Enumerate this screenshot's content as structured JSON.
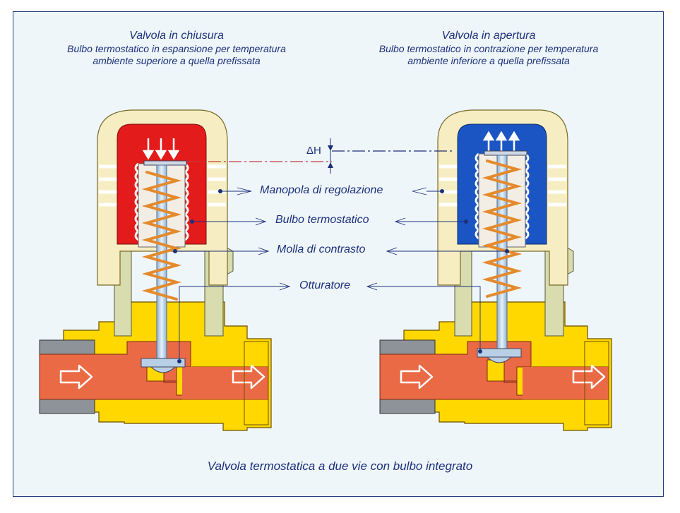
{
  "left_state": {
    "title": "Valvola in chiusura",
    "line1": "Bulbo termostatico in espansione per temperatura",
    "line2": "ambiente superiore a quella prefissata"
  },
  "right_state": {
    "title": "Valvola in apertura",
    "line1": "Bulbo termostatico in contrazione per temperatura",
    "line2": "ambiente inferiore a quella prefissata"
  },
  "delta_h": "ΔH",
  "labels": {
    "knob": "Manopola di regolazione",
    "bulb": "Bulbo termostatico",
    "spring": "Molla di contrasto",
    "plug": "Otturatore"
  },
  "caption": "Valvola termostatica a due vie con bulbo integrato",
  "colors": {
    "hot_bulb": "#e31b1b",
    "cold_bulb": "#1b55c4",
    "knob": "#f6eec2",
    "body": "#ffd800",
    "pipe_flow": "#ea6a45",
    "spring": "#e48a2c",
    "text": "#1c2f7a"
  }
}
